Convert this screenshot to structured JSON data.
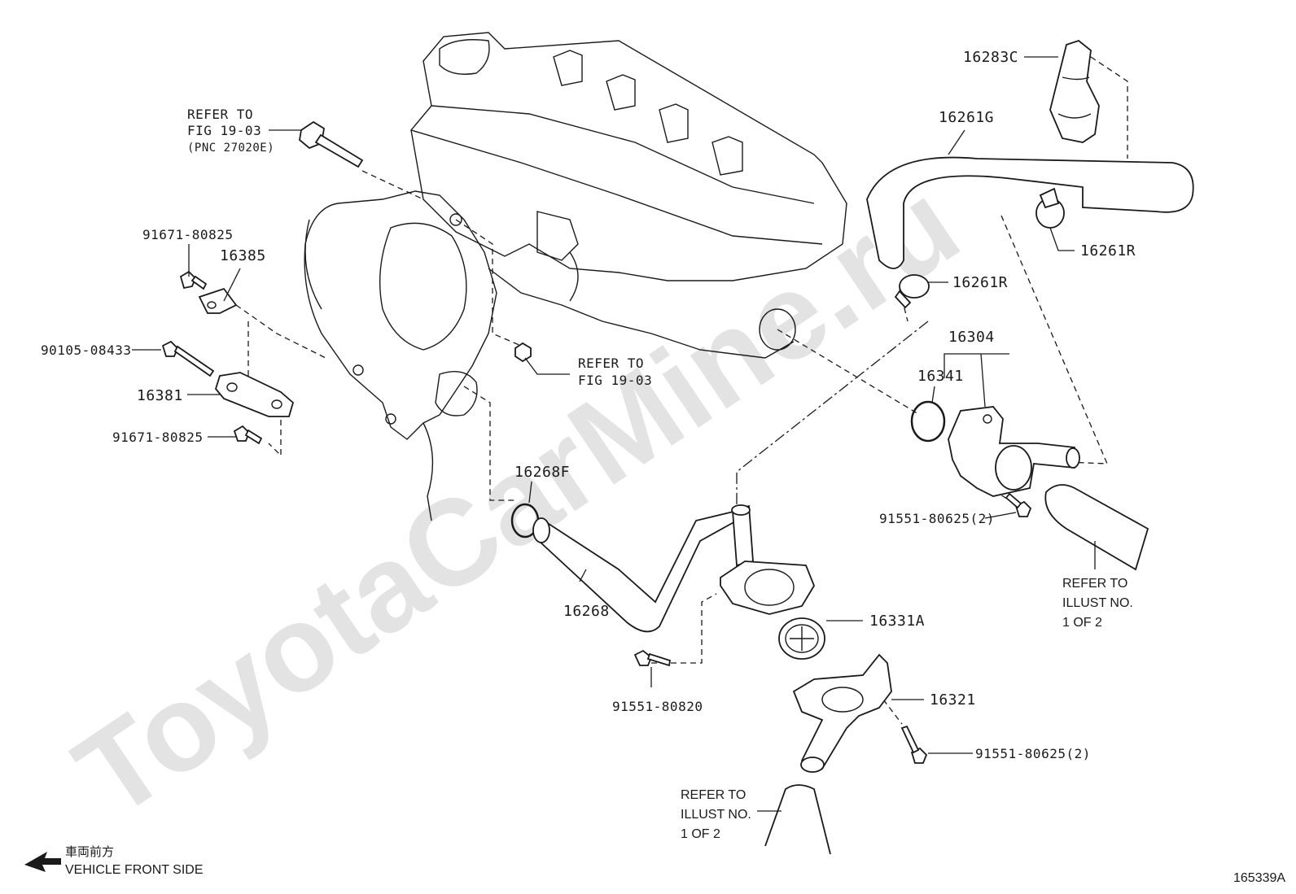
{
  "watermark": "ToyotaCarMine.ru",
  "diagram_id": "165339A",
  "front_side": {
    "jp": "車両前方",
    "en": "VEHICLE FRONT SIDE"
  },
  "callouts": {
    "c16283C": "16283C",
    "c16261G": "16261G",
    "c16261R_a": "16261R",
    "c16261R_b": "16261R",
    "c16304": "16304",
    "c16341": "16341",
    "c91551_80625_a": "91551-80625(2)",
    "c91551_80625_b": "91551-80625(2)",
    "c16268F": "16268F",
    "c16268": "16268",
    "c16331A": "16331A",
    "c16321": "16321",
    "c91551_80820": "91551-80820",
    "c91671_80825_a": "91671-80825",
    "c91671_80825_b": "91671-80825",
    "c16385": "16385",
    "c90105_08433": "90105-08433",
    "c16381": "16381"
  },
  "refs": {
    "fig1": {
      "l1": "REFER TO",
      "l2": "FIG 19-03",
      "l3": "(PNC 27020E)"
    },
    "fig2": {
      "l1": "REFER TO",
      "l2": "FIG 19-03"
    },
    "illust_right": {
      "l1": "REFER TO",
      "l2": "ILLUST NO.",
      "l3": "1 OF 2"
    },
    "illust_bottom": {
      "l1": "REFER TO",
      "l2": "ILLUST NO.",
      "l3": "1 OF 2"
    }
  }
}
